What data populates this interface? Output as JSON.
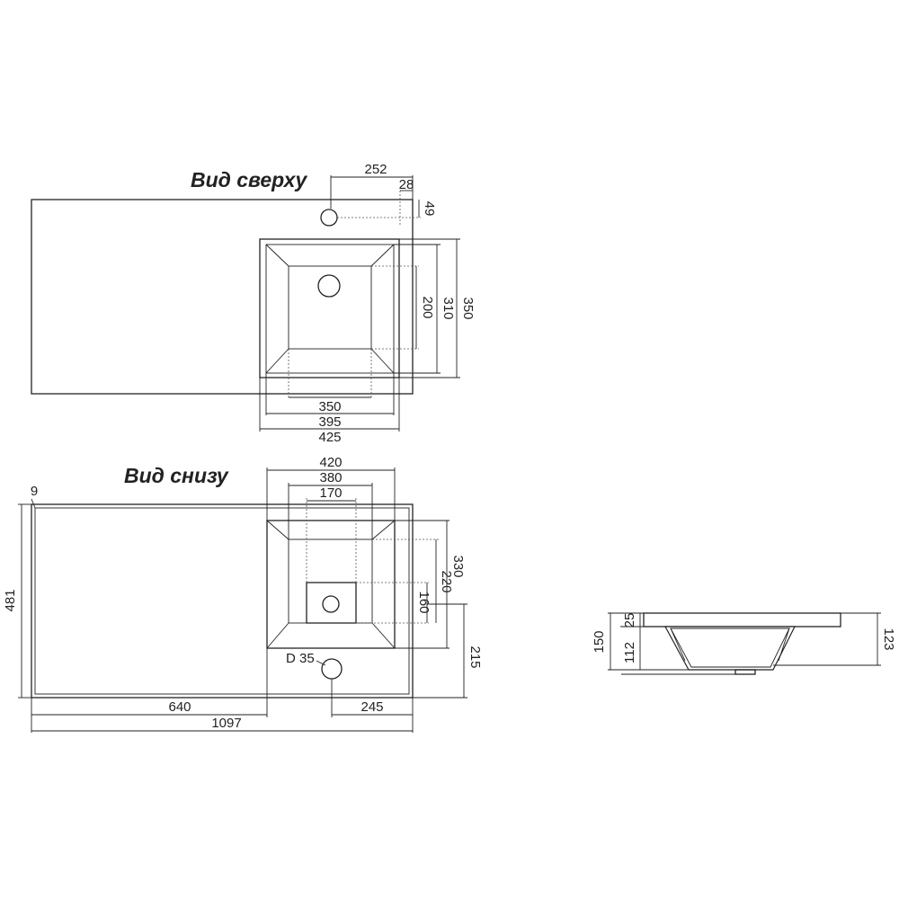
{
  "top_view": {
    "title": "Вид сверху",
    "dims": {
      "d252": "252",
      "d28": "28",
      "d49": "49",
      "d200": "200",
      "d310": "310",
      "d350v": "350",
      "d350h": "350",
      "d395": "395",
      "d425": "425"
    }
  },
  "bottom_view": {
    "title": "Вид снизу",
    "dims": {
      "d420": "420",
      "d380": "380",
      "d170": "170",
      "d9": "9",
      "d481": "481",
      "d330": "330",
      "d220": "220",
      "d160": "160",
      "d215": "215",
      "d35": "D 35",
      "d640": "640",
      "d245": "245",
      "d1097": "1097"
    }
  },
  "side_view": {
    "dims": {
      "d150": "150",
      "d25": "25",
      "d112": "112",
      "d123": "123"
    }
  }
}
